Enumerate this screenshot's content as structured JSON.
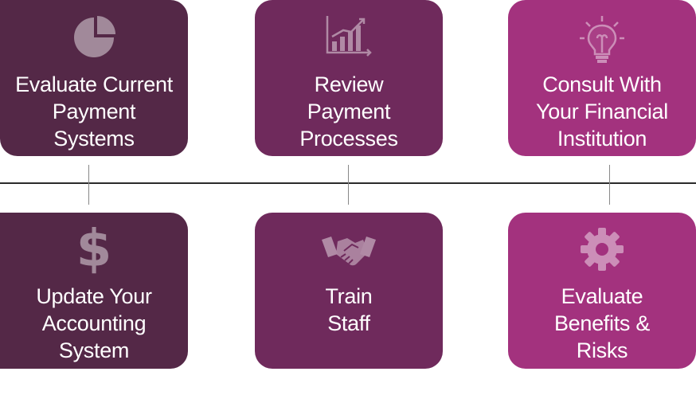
{
  "colors": {
    "dark": "#542847",
    "mid": "#6f2a5c",
    "bright": "#a3327e"
  },
  "steps": [
    {
      "lines": [
        "Evaluate Current",
        "Payment",
        "Systems"
      ],
      "icon": "pie-chart-icon"
    },
    {
      "lines": [
        "Review",
        "Payment",
        "Processes"
      ],
      "icon": "bar-chart-icon"
    },
    {
      "lines": [
        "Consult With",
        "Your Financial",
        "Institution"
      ],
      "icon": "lightbulb-icon"
    },
    {
      "lines": [
        "Update Your",
        "Accounting",
        "System"
      ],
      "icon": "dollar-icon"
    },
    {
      "lines": [
        "Train",
        "Staff"
      ],
      "icon": "handshake-icon"
    },
    {
      "lines": [
        "Evaluate",
        "Benefits &",
        "Risks"
      ],
      "icon": "gear-icon"
    }
  ]
}
